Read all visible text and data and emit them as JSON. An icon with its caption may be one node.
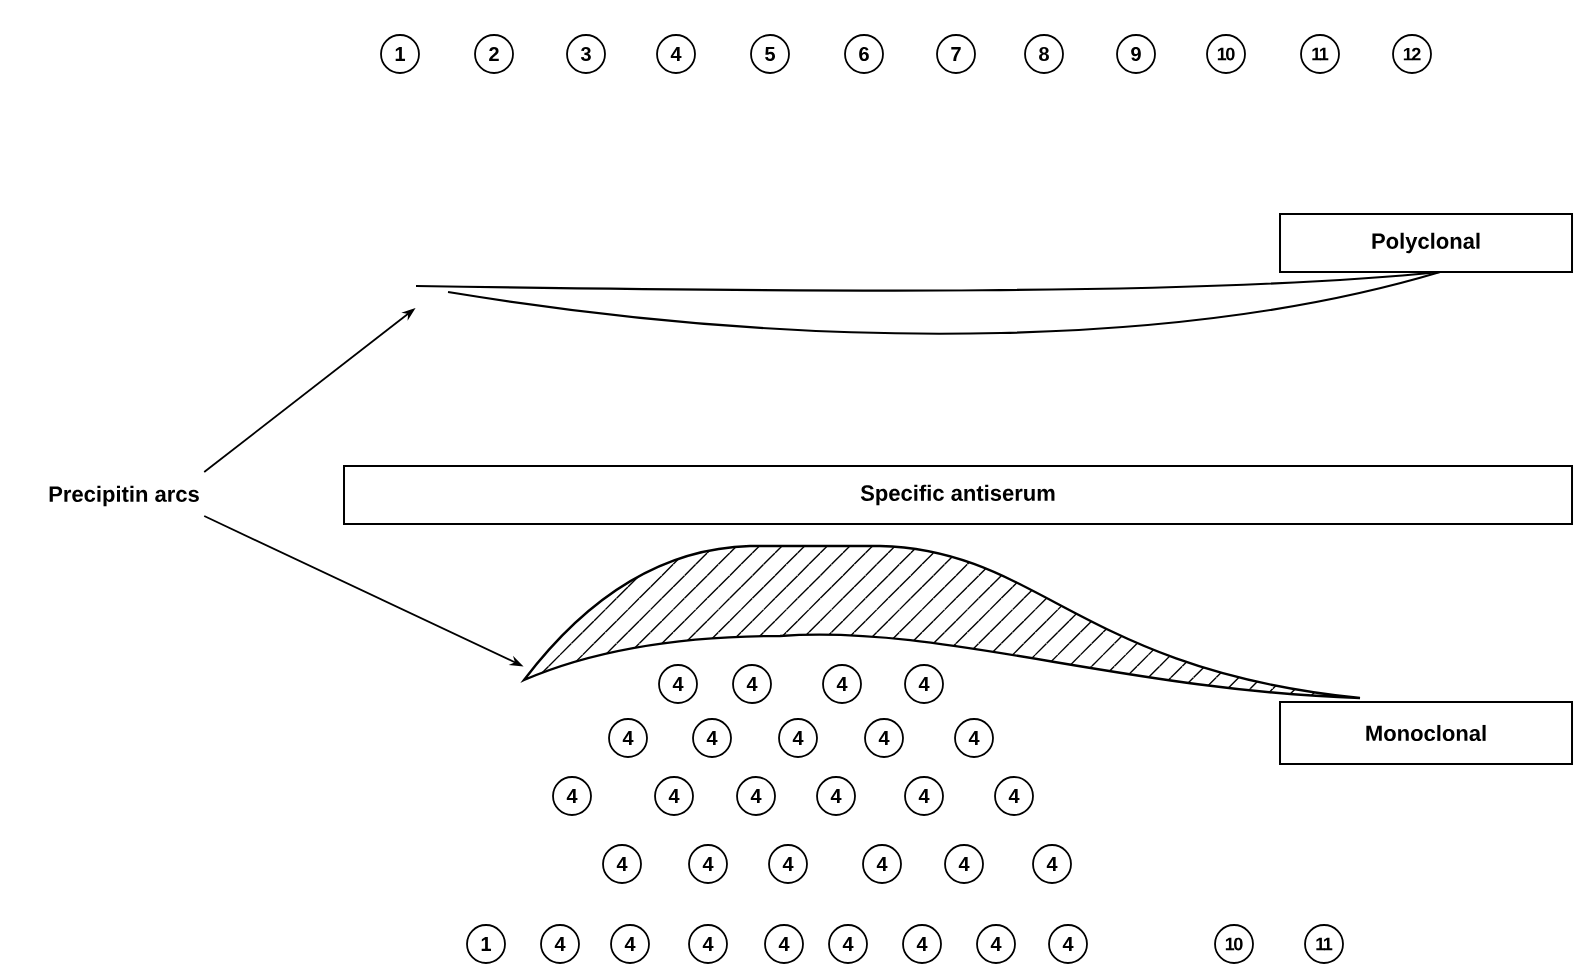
{
  "diagram": {
    "nodes": [
      {
        "text": [
          "1"
        ]
      },
      {
        "text": [
          "2"
        ]
      },
      {
        "text": [
          "3"
        ]
      },
      {
        "text": [
          "4"
        ]
      },
      {
        "text": [
          "5"
        ]
      },
      {
        "text": [
          "6"
        ]
      },
      {
        "text": [
          "7"
        ]
      },
      {
        "text": [
          "8"
        ]
      },
      {
        "text": [
          "9"
        ]
      },
      {
        "text": [
          "10"
        ]
      },
      {
        "text": [
          "11"
        ]
      },
      {
        "text": [
          "12"
        ]
      },
      {
        "text": [
          "Polyclonal"
        ]
      },
      {
        "text": [],
        "shape": "arc"
      },
      {
        "text": [
          "Precipitin arcs"
        ]
      },
      {
        "text": [
          "Specific antiserum"
        ]
      },
      {
        "text": [],
        "shape": "arc"
      },
      {
        "text": [
          "Monoclonal"
        ]
      },
      {
        "text": [
          "4"
        ]
      },
      {
        "text": [
          "4"
        ]
      },
      {
        "text": [
          "4"
        ]
      },
      {
        "text": [
          "4"
        ]
      },
      {
        "text": [
          "4"
        ]
      },
      {
        "text": [
          "4"
        ]
      },
      {
        "text": [
          "4"
        ]
      },
      {
        "text": [
          "4"
        ]
      },
      {
        "text": [
          "4"
        ]
      },
      {
        "text": [
          "4"
        ]
      },
      {
        "text": [
          "4"
        ]
      },
      {
        "text": [
          "4"
        ]
      },
      {
        "text": [
          "4"
        ]
      },
      {
        "text": [
          "4"
        ]
      },
      {
        "text": [
          "4"
        ]
      },
      {
        "text": [
          "4"
        ]
      },
      {
        "text": [
          "4"
        ]
      },
      {
        "text": [
          "4"
        ]
      },
      {
        "text": [
          "4"
        ]
      },
      {
        "text": [
          "4"
        ]
      },
      {
        "text": [
          "4"
        ]
      },
      {
        "text": [
          "1"
        ]
      },
      {
        "text": [
          "4"
        ]
      },
      {
        "text": [
          "4"
        ]
      },
      {
        "text": [
          "4"
        ]
      },
      {
        "text": [
          "4"
        ]
      },
      {
        "text": [
          "4"
        ]
      },
      {
        "text": [
          "4"
        ]
      },
      {
        "text": [
          "4"
        ]
      },
      {
        "text": [
          "4"
        ]
      },
      {
        "text": [
          "10"
        ]
      },
      {
        "text": [
          "11"
        ]
      }
    ],
    "edges": [
      {
        "from": 14,
        "to": 13,
        "arrow": "to"
      },
      {
        "from": 14,
        "to": 16,
        "arrow": "to"
      }
    ]
  }
}
